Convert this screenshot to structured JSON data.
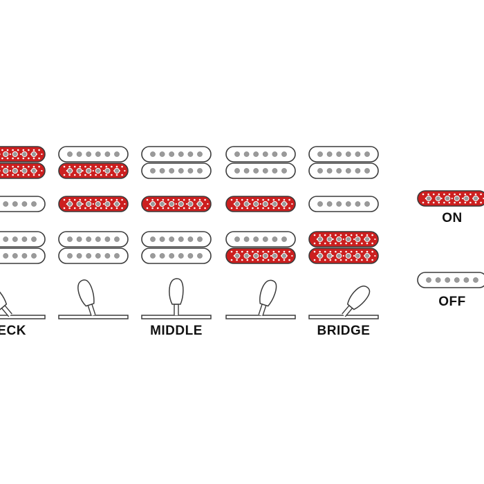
{
  "diagram": {
    "colors": {
      "on_fill": "#cc1f1f",
      "off_fill": "#ffffff",
      "outline": "#3a3a3a",
      "pole": "#9a9a9a",
      "dot_on": "#ffffff",
      "text": "#111111"
    },
    "positions": [
      {
        "label": "NECK",
        "lever": "left",
        "neck": "on",
        "middle": "off",
        "bridge": "off"
      },
      {
        "label": "",
        "lever": "left-mid",
        "neck": "split",
        "middle": "on",
        "bridge": "off"
      },
      {
        "label": "MIDDLE",
        "lever": "center",
        "neck": "off",
        "middle": "on",
        "bridge": "off"
      },
      {
        "label": "",
        "lever": "right-mid",
        "neck": "off",
        "middle": "on",
        "bridge": "split"
      },
      {
        "label": "BRIDGE",
        "lever": "right",
        "neck": "off",
        "middle": "off",
        "bridge": "on"
      }
    ],
    "legend": {
      "on_label": "ON",
      "off_label": "OFF"
    }
  }
}
